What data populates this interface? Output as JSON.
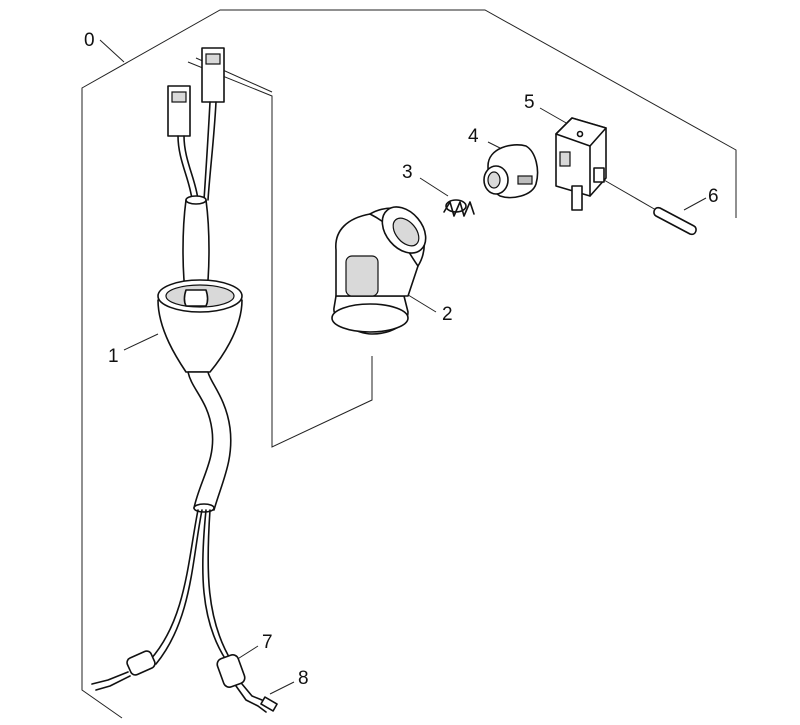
{
  "callouts": [
    {
      "id": "0",
      "label": "0"
    },
    {
      "id": "1",
      "label": "1"
    },
    {
      "id": "2",
      "label": "2"
    },
    {
      "id": "3",
      "label": "3"
    },
    {
      "id": "4",
      "label": "4"
    },
    {
      "id": "5",
      "label": "5"
    },
    {
      "id": "6",
      "label": "6"
    },
    {
      "id": "7",
      "label": "7"
    },
    {
      "id": "8",
      "label": "8"
    }
  ]
}
